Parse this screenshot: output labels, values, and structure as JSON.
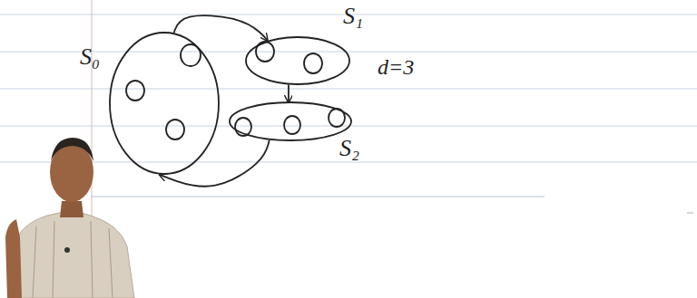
{
  "diagram": {
    "nodes": [
      {
        "text": [
          "S₀"
        ]
      },
      {
        "text": [
          "S₁"
        ]
      },
      {
        "text": [
          "S₂"
        ]
      }
    ],
    "edges": [
      {
        "from": 0,
        "to": 1,
        "arrow": "to"
      },
      {
        "from": 1,
        "to": 2,
        "arrow": "to"
      },
      {
        "from": 2,
        "to": 0,
        "arrow": "to"
      }
    ],
    "labels": [
      "d=3"
    ]
  }
}
